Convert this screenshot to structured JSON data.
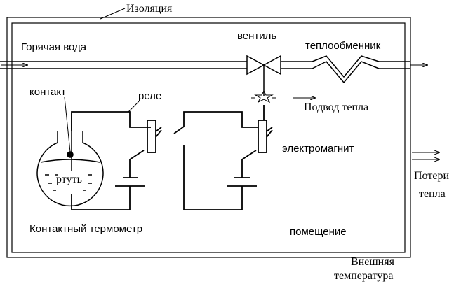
{
  "labels": {
    "insulation": "Изоляция",
    "hot_water": "Горячая вода",
    "valve": "вентиль",
    "heat_exchanger": "теплообменник",
    "contact": "контакт",
    "relay": "реле",
    "heat_supply": "Подвод тепла",
    "electromagnet": "электромагнит",
    "mercury": "ртуть",
    "heat_loss_line1": "Потери",
    "heat_loss_line2": "тепла",
    "contact_thermometer": "Контактный термометр",
    "room": "помещение",
    "outside_temp_line1": "Внешняя",
    "outside_temp_line2": "температура"
  },
  "colors": {
    "line": "#000000",
    "background": "#ffffff"
  }
}
